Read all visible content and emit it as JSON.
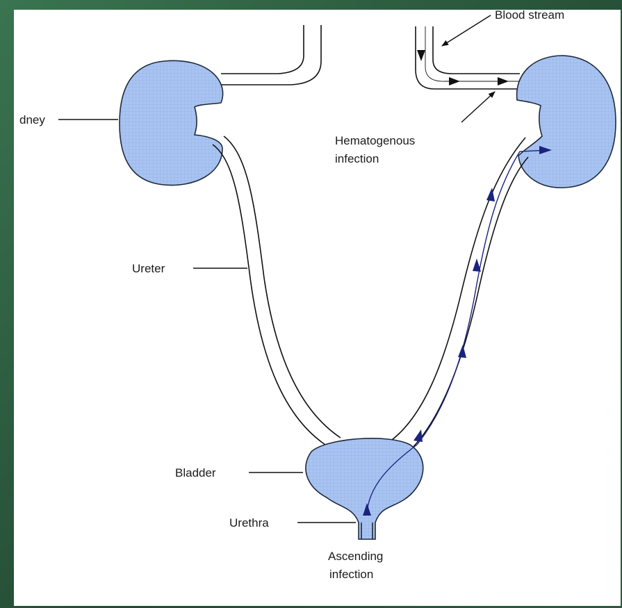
{
  "labels": {
    "blood_stream": "Blood stream",
    "kidney": "dney",
    "hematogenous_line1": "Hematogenous",
    "hematogenous_line2": "infection",
    "ureter": "Ureter",
    "bladder": "Bladder",
    "urethra": "Urethra",
    "ascending_line1": "Ascending",
    "ascending_line2": "infection"
  },
  "colors": {
    "frame": "#2f5e41",
    "organ_fill": "#a9c4f2",
    "organ_stroke": "#1f2a3a",
    "arrow_infection": "#1a237e",
    "line": "#111111"
  }
}
